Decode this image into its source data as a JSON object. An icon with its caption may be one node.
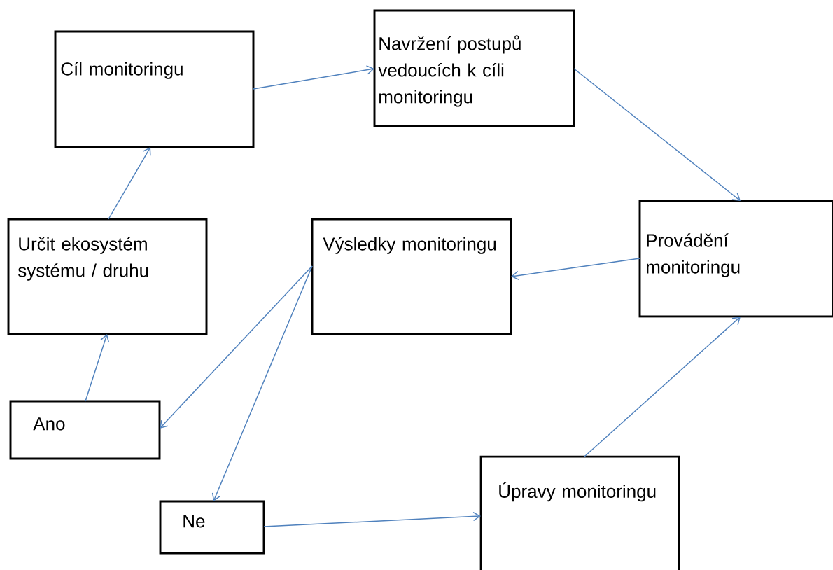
{
  "diagram": {
    "nodes": [
      {
        "text": [
          "Cíl monitoringu"
        ]
      },
      {
        "text": [
          "Navržení postupů vedoucích k cíli monitoringu"
        ]
      },
      {
        "text": [
          "Provádění monitoringu"
        ]
      },
      {
        "text": [
          "Výsledky monitoringu"
        ]
      },
      {
        "text": [
          "Určit ekosystém systému / druhu"
        ]
      },
      {
        "text": [
          "Ano"
        ]
      },
      {
        "text": [
          "Ne"
        ]
      },
      {
        "text": [
          "Úpravy monitoringu"
        ]
      }
    ],
    "edges": [
      {
        "from": 0,
        "to": 1,
        "arrow": "to"
      },
      {
        "from": 1,
        "to": 2,
        "arrow": "to"
      },
      {
        "from": 2,
        "to": 3,
        "arrow": "to"
      },
      {
        "from": 3,
        "to": 5,
        "arrow": "to"
      },
      {
        "from": 3,
        "to": 6,
        "arrow": "to"
      },
      {
        "from": 5,
        "to": 4,
        "arrow": "to"
      },
      {
        "from": 4,
        "to": 0,
        "arrow": "to"
      },
      {
        "from": 6,
        "to": 7,
        "arrow": "to"
      },
      {
        "from": 7,
        "to": 2,
        "arrow": "to"
      }
    ]
  }
}
